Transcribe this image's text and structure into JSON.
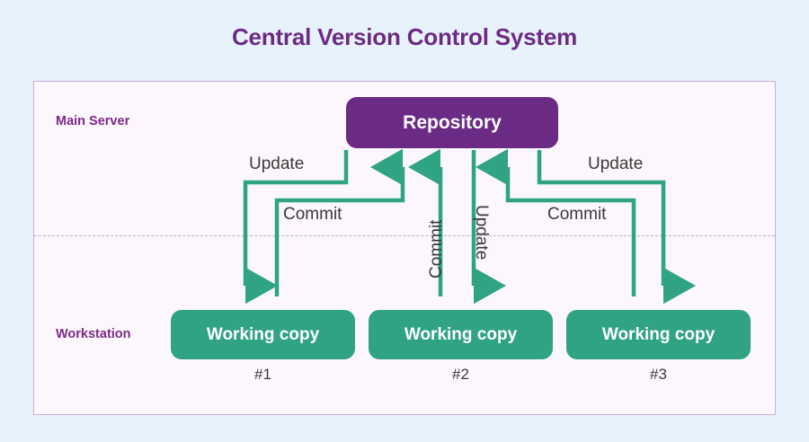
{
  "page": {
    "title": "Central Version Control System",
    "background_color": "#e8f2fd"
  },
  "colors": {
    "accent_purple": "#6b2b84",
    "accent_green": "#2fa383",
    "panel_fill": "#fcf7fc",
    "panel_border": "#cfa9d4",
    "divider": "#b9b3c4",
    "label_text": "#3a3a3a"
  },
  "panel": {
    "rows": {
      "server_label": "Main Server",
      "workstation_label": "Workstation"
    },
    "server": {
      "repository_label": "Repository"
    },
    "workstations": [
      {
        "label": "Working copy",
        "number": "#1"
      },
      {
        "label": "Working copy",
        "number": "#2"
      },
      {
        "label": "Working copy",
        "number": "#3"
      }
    ],
    "edges": [
      {
        "id": "update-1",
        "label": "Update",
        "from": "repository",
        "to": "working-copy-1",
        "orientation": "horizontal"
      },
      {
        "id": "commit-1",
        "label": "Commit",
        "from": "working-copy-1",
        "to": "repository",
        "orientation": "horizontal"
      },
      {
        "id": "commit-2",
        "label": "Commit",
        "from": "working-copy-2",
        "to": "repository",
        "orientation": "vertical"
      },
      {
        "id": "update-2",
        "label": "Update",
        "from": "repository",
        "to": "working-copy-2",
        "orientation": "vertical"
      },
      {
        "id": "commit-3",
        "label": "Commit",
        "from": "working-copy-3",
        "to": "repository",
        "orientation": "horizontal"
      },
      {
        "id": "update-3",
        "label": "Update",
        "from": "repository",
        "to": "working-copy-3",
        "orientation": "horizontal"
      }
    ]
  }
}
